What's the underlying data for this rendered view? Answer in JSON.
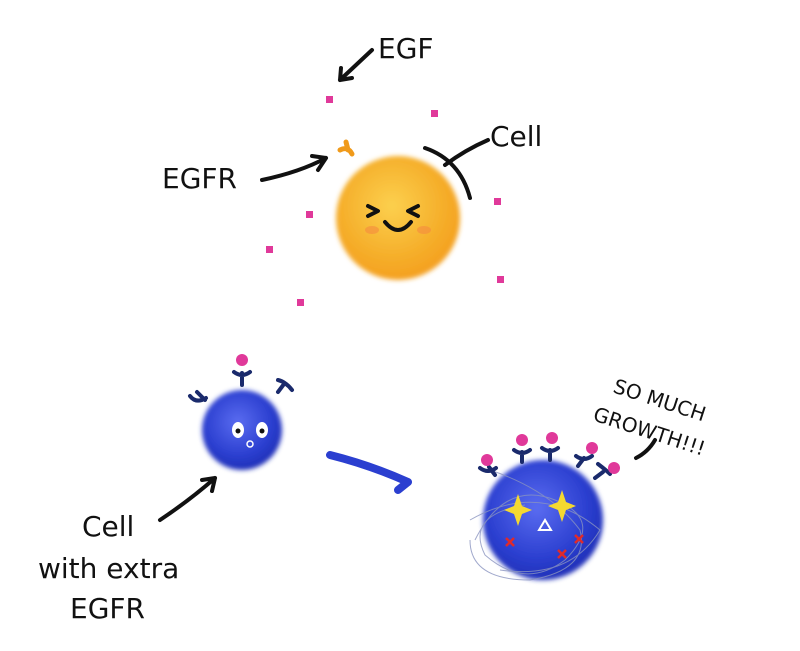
{
  "labels": {
    "egf": "EGF",
    "egfr": "EGFR",
    "cell": "Cell",
    "cell_extra_line1": "Cell",
    "cell_extra_line2": "with extra",
    "cell_extra_line3": "EGFR",
    "growth_line1": "SO MUCH",
    "growth_line2": "GROWTH!!!"
  },
  "colors": {
    "normal_cell": "#f5ae2a",
    "blue_cell": "#2b3fd0",
    "egf_particle": "#e0399a",
    "receptor": "#1a2a6c",
    "receptor_normal": "#f09a1a",
    "sparkle": "#f5d930"
  }
}
